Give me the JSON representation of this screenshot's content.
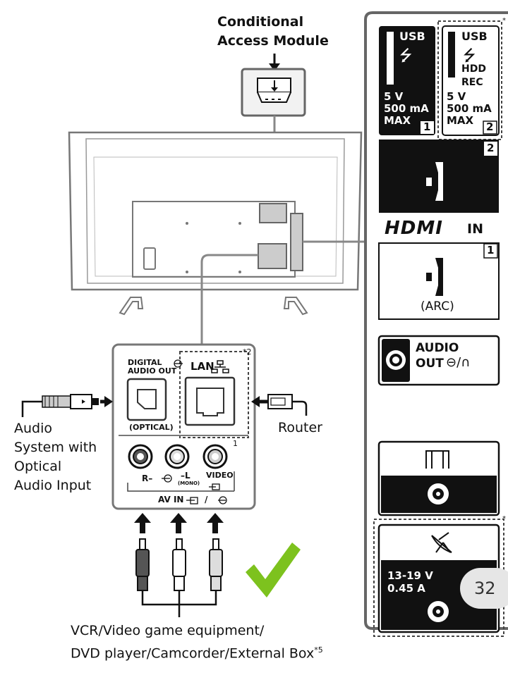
{
  "labels": {
    "cam": [
      "Conditional",
      "Access Module"
    ],
    "audio_system": [
      "Audio",
      "System with",
      "Optical",
      "Audio Input"
    ],
    "router": "Router",
    "vcr_line1": "VCR/Video game equipment/",
    "vcr_line2": "DVD player/Camcorder/External Box",
    "vcr_sup": "*5"
  },
  "connector_panel": {
    "digital_audio": [
      "DIGITAL",
      "AUDIO OUT"
    ],
    "optical": "(OPTICAL)",
    "lan": "LAN",
    "lan_note": "*2",
    "av_num": "1",
    "r": "R–",
    "l": "–L",
    "mono": "(MONO)",
    "video": "VIDEO",
    "av_in": "AV IN",
    "av_sep": "/"
  },
  "side_panel": {
    "usb1": {
      "label": "USB",
      "v": "5 V",
      "ma": "500 mA",
      "max": "MAX",
      "num": "1"
    },
    "usb2": {
      "label": "USB",
      "hdd": "HDD",
      "rec": "REC",
      "v": "5 V",
      "ma": "500 mA",
      "max": "MAX",
      "num": "2"
    },
    "usb_note": "*",
    "hdmi_brand": "HDMI",
    "hdmi_in": "IN",
    "hdmi2_num": "2",
    "hdmi1_num": "1",
    "arc": "(ARC)",
    "audio_out": [
      "AUDIO",
      "OUT"
    ],
    "sat_note": "*",
    "sat_v": "13-19 V",
    "sat_a": "0.45 A"
  },
  "page_number": "32",
  "colors": {
    "check": "#7dc21e",
    "panel_gray": "#666666",
    "dark": "#111111"
  }
}
